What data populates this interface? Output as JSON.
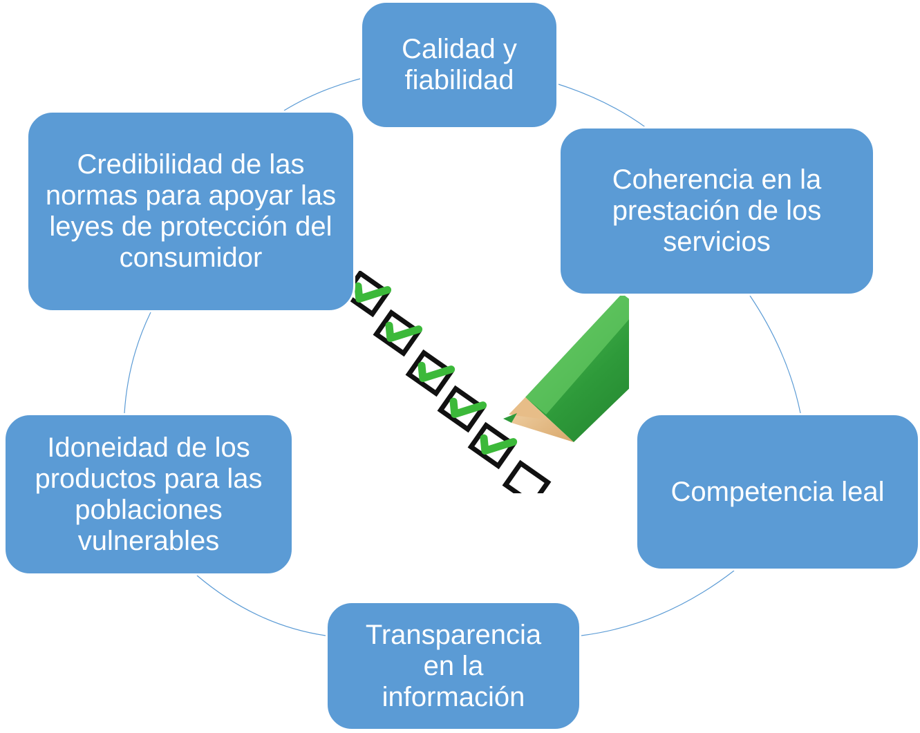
{
  "diagram": {
    "layout": "cycle",
    "colors": {
      "node_fill": "#5b9bd5",
      "node_text": "#ffffff",
      "connector": "#5b9bd5",
      "check_green": "#3cb93a",
      "pencil_green": "#2e9a3a"
    },
    "nodes": [
      {
        "id": "calidad",
        "label": "Calidad y fiabilidad"
      },
      {
        "id": "coherencia",
        "label": "Coherencia en la prestación de los servicios"
      },
      {
        "id": "competencia",
        "label": "Competencia leal"
      },
      {
        "id": "transparencia",
        "label": "Transparencia en la información"
      },
      {
        "id": "idoneidad",
        "label": "Idoneidad de los productos para las poblaciones vulnerables"
      },
      {
        "id": "credibilidad",
        "label": "Credibilidad de las normas para apoyar las leyes de protección del consumidor"
      }
    ],
    "center_image": {
      "icon": "checklist-pencil-icon",
      "checked_boxes": 5,
      "unchecked_boxes": 1
    }
  }
}
